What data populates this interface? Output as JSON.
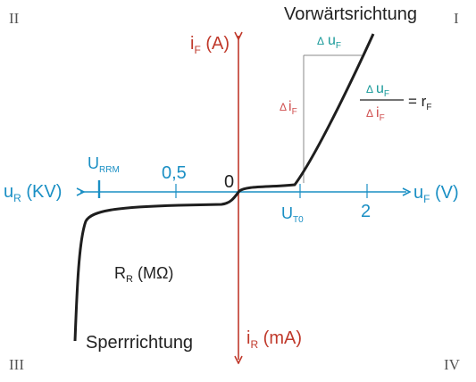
{
  "quadrants": {
    "q1": "I",
    "q2": "II",
    "q3": "III",
    "q4": "IV"
  },
  "labels": {
    "forward": "Vorwärtsrichtung",
    "reverse": "Sperrrichtung",
    "origin": "0",
    "tick_05": "0,5",
    "tick_2": "2",
    "resistance": {
      "main": "R",
      "sub": "R",
      "rest": " (MΩ)"
    }
  },
  "axes": {
    "y_pos": {
      "main": "i",
      "sub": "F",
      "rest": " (A)"
    },
    "y_neg": {
      "main": "i",
      "sub": "R",
      "rest": " (mA)"
    },
    "x_pos": {
      "main": "u",
      "sub": "F",
      "rest": " (V)"
    },
    "x_neg": {
      "main": "u",
      "sub": "R",
      "rest": " (KV)"
    },
    "urrm": {
      "main": "U",
      "sub": "RRM"
    },
    "ut0": {
      "main": "U",
      "sub": "T0"
    }
  },
  "annotations": {
    "delta": "Δ",
    "delta_u": {
      "main": "u",
      "sub": "F"
    },
    "delta_i": {
      "main": "i",
      "sub": "F"
    },
    "fraction": {
      "num": {
        "main": "u",
        "sub": "F"
      },
      "den": {
        "main": "i",
        "sub": "F"
      },
      "equals": "= r",
      "equals_sub": "F"
    }
  },
  "colors": {
    "vertical_axis": "#c0392b",
    "horizontal_axis": "#1a8fc4",
    "curve": "#1e1e1e",
    "annotation_teal": "#1a9a9a",
    "annotation_red": "#d05050",
    "text": "#222222",
    "roman": "#555555"
  }
}
